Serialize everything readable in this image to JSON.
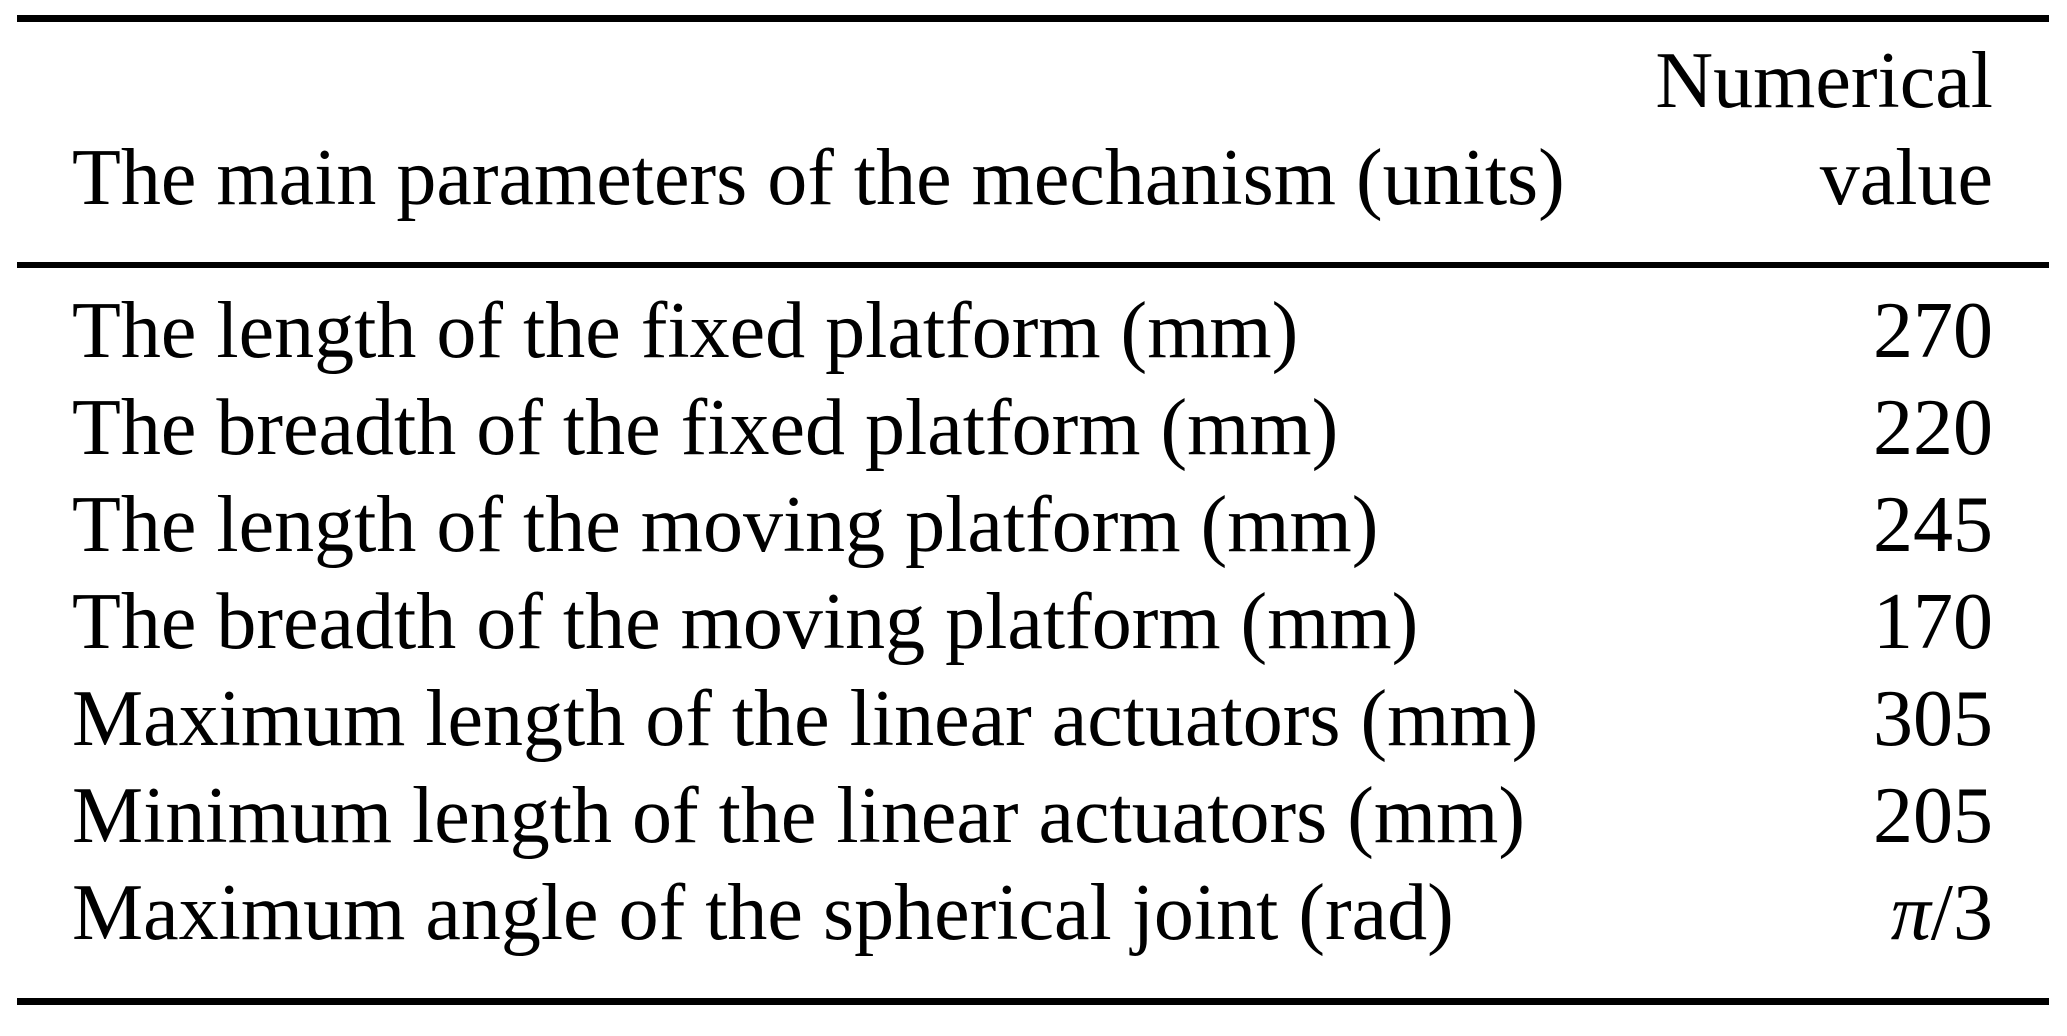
{
  "table": {
    "header": {
      "param_label": "The main parameters of the mechanism (units)",
      "value_line1": "Numerical",
      "value_line2": "value"
    },
    "rows": [
      {
        "label": "The length of the fixed platform (mm)",
        "value": "270"
      },
      {
        "label": "The breadth of the fixed platform (mm)",
        "value": "220"
      },
      {
        "label": "The length of the moving platform (mm)",
        "value": "245"
      },
      {
        "label": "The breadth of the moving platform (mm)",
        "value": "170"
      },
      {
        "label": "Maximum length of the linear actuators (mm)",
        "value": "305"
      },
      {
        "label": "Minimum length of the linear actuators (mm)",
        "value": "205"
      },
      {
        "label": "Maximum angle of the spherical joint (rad)",
        "value": "π/3"
      }
    ],
    "colors": {
      "text": "#000000",
      "background": "#ffffff",
      "rule": "#000000"
    }
  }
}
